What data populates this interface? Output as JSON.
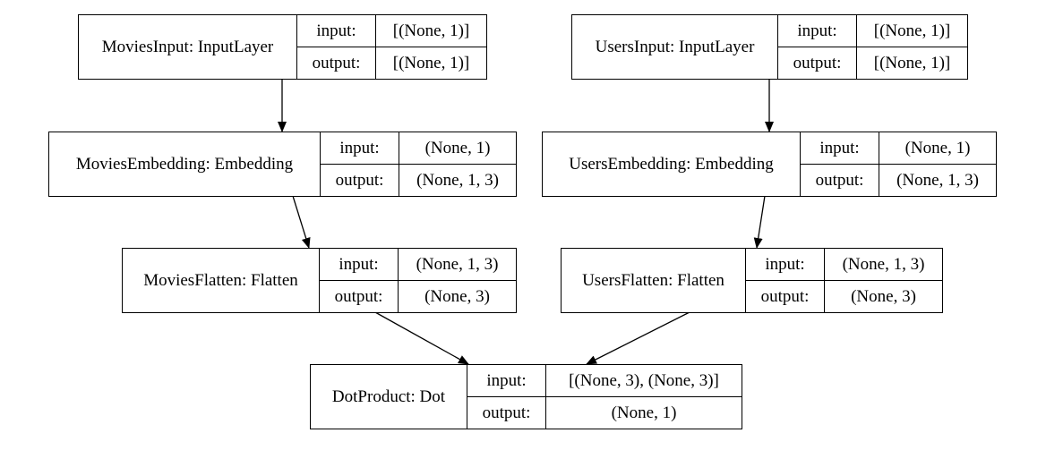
{
  "nodes": {
    "movies_input": {
      "title": "MoviesInput: InputLayer",
      "input_label": "input:",
      "input_shape": "[(None, 1)]",
      "output_label": "output:",
      "output_shape": "[(None, 1)]"
    },
    "users_input": {
      "title": "UsersInput: InputLayer",
      "input_label": "input:",
      "input_shape": "[(None, 1)]",
      "output_label": "output:",
      "output_shape": "[(None, 1)]"
    },
    "movies_embedding": {
      "title": "MoviesEmbedding: Embedding",
      "input_label": "input:",
      "input_shape": "(None, 1)",
      "output_label": "output:",
      "output_shape": "(None, 1, 3)"
    },
    "users_embedding": {
      "title": "UsersEmbedding: Embedding",
      "input_label": "input:",
      "input_shape": "(None, 1)",
      "output_label": "output:",
      "output_shape": "(None, 1, 3)"
    },
    "movies_flatten": {
      "title": "MoviesFlatten: Flatten",
      "input_label": "input:",
      "input_shape": "(None, 1, 3)",
      "output_label": "output:",
      "output_shape": "(None, 3)"
    },
    "users_flatten": {
      "title": "UsersFlatten: Flatten",
      "input_label": "input:",
      "input_shape": "(None, 1, 3)",
      "output_label": "output:",
      "output_shape": "(None, 3)"
    },
    "dot_product": {
      "title": "DotProduct: Dot",
      "input_label": "input:",
      "input_shape": "[(None, 3), (None, 3)]",
      "output_label": "output:",
      "output_shape": "(None, 1)"
    }
  },
  "edges": [
    {
      "from": "movies_input",
      "to": "movies_embedding"
    },
    {
      "from": "users_input",
      "to": "users_embedding"
    },
    {
      "from": "movies_embedding",
      "to": "movies_flatten"
    },
    {
      "from": "users_embedding",
      "to": "users_flatten"
    },
    {
      "from": "movies_flatten",
      "to": "dot_product"
    },
    {
      "from": "users_flatten",
      "to": "dot_product"
    }
  ]
}
